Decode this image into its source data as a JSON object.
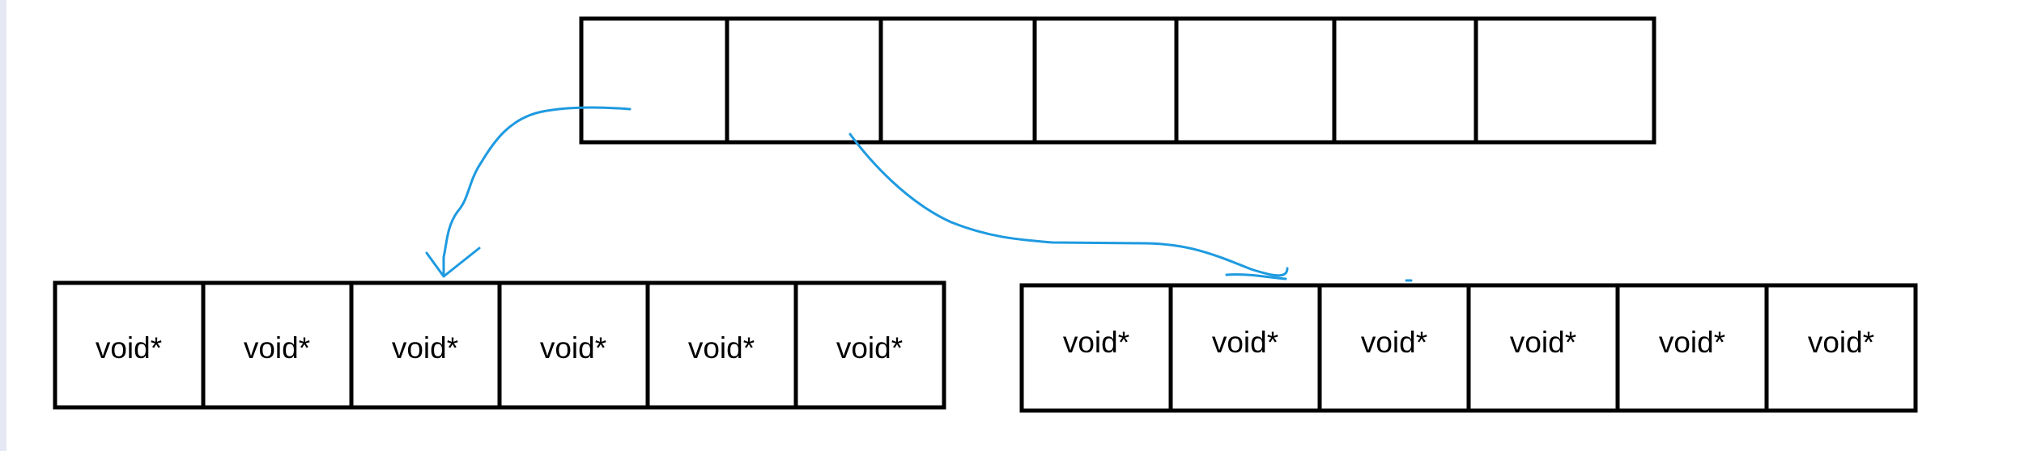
{
  "diagram": {
    "top_array": {
      "cells": [
        "",
        "",
        "",
        "",
        "",
        "",
        ""
      ]
    },
    "left_array": {
      "cells": [
        "void*",
        "void*",
        "void*",
        "void*",
        "void*",
        "void*"
      ]
    },
    "right_array": {
      "cells": [
        "void*",
        "void*",
        "void*",
        "void*",
        "void*",
        "void*"
      ]
    },
    "colors": {
      "border": "#000000",
      "arrow": "#1e9ae0",
      "left_edge_strip": "#e6e8f5"
    }
  }
}
